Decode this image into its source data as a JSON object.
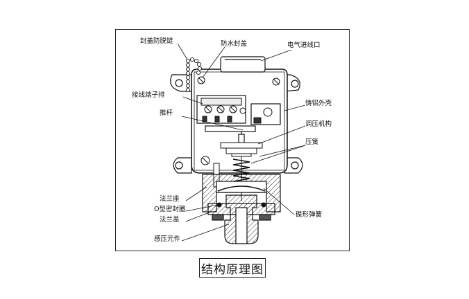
{
  "labels": {
    "chain": "封盖防脱链",
    "waterproof_cover": "防水封盖",
    "cable_inlet": "电气进线口",
    "terminal_block": "接线端子排",
    "push_rod": "推杆",
    "housing": "铸铝外壳",
    "regulator": "调压机构",
    "spring": "压簧",
    "flange_seat": "法兰座",
    "o_ring": "O型密封圈",
    "flange_cover": "法兰盖",
    "disc_spring": "碟形弹簧",
    "sensor": "感压元件"
  },
  "caption": "结构原理图",
  "colors": {
    "line": "#111111",
    "hatch": "#333333",
    "background": "#ffffff"
  }
}
